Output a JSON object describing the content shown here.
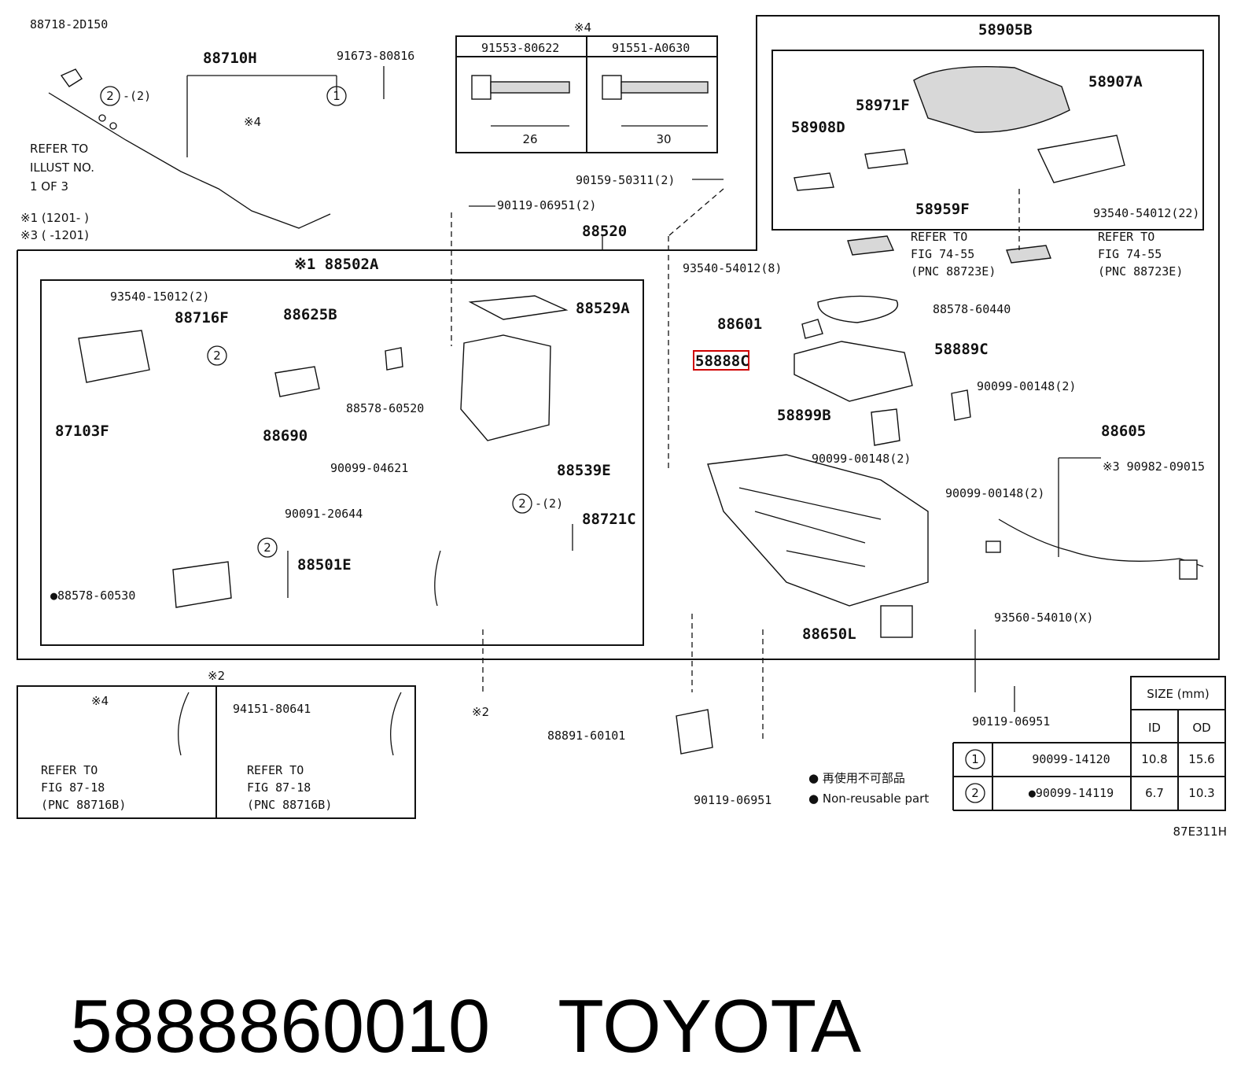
{
  "diagram": {
    "code": "87E311H",
    "highlight_label": "58888C",
    "labels": {
      "p88718": "88718-2D150",
      "p88710H": "88710H",
      "p91673": "91673-80816",
      "refer_illust_1": "REFER TO",
      "refer_illust_2": "ILLUST NO.",
      "refer_illust_3": "1 OF 3",
      "note1": "※1 (1201-     )",
      "note3": "※3 (     -1201)",
      "note4_top": "※4",
      "note4_small": "※4",
      "circ2_a": "2",
      "circ2_a_qty": "-(2)",
      "circ1_a": "1",
      "bolt1": "91553-80622",
      "bolt2": "91551-A0630",
      "bolt1_len": "26",
      "bolt2_len": "30",
      "p90159": "90159-50311(2)",
      "p90119a": "90119-06951(2)",
      "p88520": "88520",
      "p58905B": "58905B",
      "p58907A": "58907A",
      "p58971F": "58971F",
      "p58908D": "58908D",
      "p58959F": "58959F",
      "p93540_22": "93540-54012(22)",
      "refer74_a1": "REFER TO",
      "refer74_a2": "FIG 74-55",
      "refer74_a3": "(PNC 88723E)",
      "refer74_b1": "REFER TO",
      "refer74_b2": "FIG 74-55",
      "refer74_b3": "(PNC 88723E)",
      "p88502A": "※1 88502A",
      "p93540_8": "93540-54012(8)",
      "p88578_60440": "88578-60440",
      "p88601": "88601",
      "p58889C": "58889C",
      "p90099_148a": "90099-00148(2)",
      "p58899B": "58899B",
      "p90099_148b": "90099-00148(2)",
      "p90099_148c": "90099-00148(2)",
      "p88605": "88605",
      "p90982": "※3 90982-09015",
      "p93540_15012": "93540-15012(2)",
      "p88716F": "88716F",
      "p88625B": "88625B",
      "p88529A": "88529A",
      "circ2_b": "2",
      "p87103F": "87103F",
      "p88690": "88690",
      "p88578_60520": "88578-60520",
      "p90099_04621": "90099-04621",
      "p88539E": "88539E",
      "p90091": "90091-20644",
      "circ2_c": "2",
      "circ2_c_qty": "-(2)",
      "p88721C": "88721C",
      "circ2_d": "2",
      "p88501E": "88501E",
      "p88578_60530": "●88578-60530",
      "p93560": "93560-54010(X)",
      "p88650L": "88650L",
      "note2_top": "※2",
      "note2_mid": "※2",
      "p94151": "94151-80641",
      "refer87_a1": "REFER TO",
      "refer87_a2": "FIG 87-18",
      "refer87_a3": "(PNC 88716B)",
      "refer87_b1": "REFER TO",
      "refer87_b2": "FIG 87-18",
      "refer87_b3": "(PNC 88716B)",
      "p88891": "88891-60101",
      "p90119b": "90119-06951",
      "p90119c": "90119-06951",
      "legend_jp": "● 再使用不可部品",
      "legend_en": "● Non-reusable part"
    },
    "size_table": {
      "title": "SIZE (mm)",
      "col_id": "ID",
      "col_od": "OD",
      "rows": [
        {
          "ref": "1",
          "part": "90099-14120",
          "id": "10.8",
          "od": "15.6"
        },
        {
          "ref": "2",
          "part": "●90099-14119",
          "id": "6.7",
          "od": "10.3"
        }
      ]
    }
  },
  "footer": {
    "part_number": "5888860010",
    "brand": "TOYOTA"
  }
}
